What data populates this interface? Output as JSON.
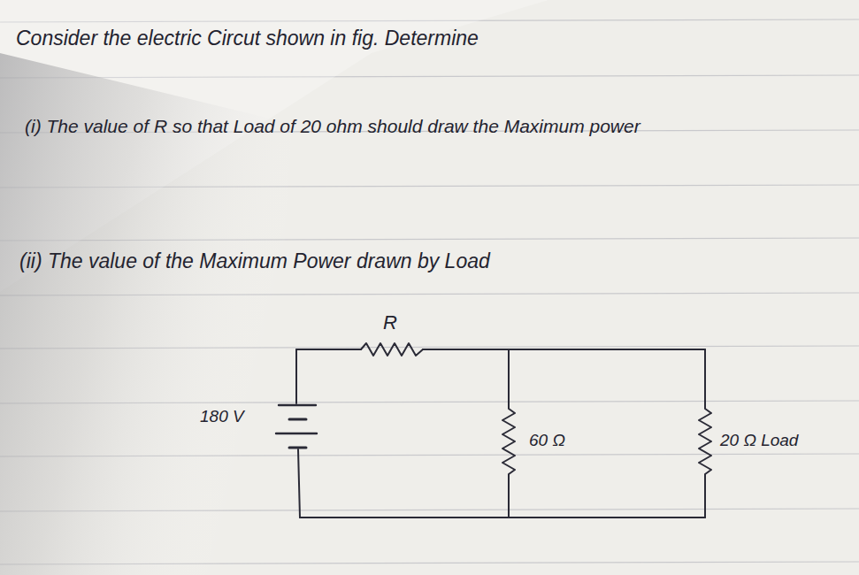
{
  "diagram": {
    "labels": [
      "Consider the electric Circut shown in fig. Determine",
      "(i) The value of R so that Load of 20 ohm should draw the Maximum power",
      "(ii) The value of the Maximum Power drawn by Load",
      "R",
      "180 V",
      "60 Ω",
      "20 Ω Load"
    ]
  }
}
